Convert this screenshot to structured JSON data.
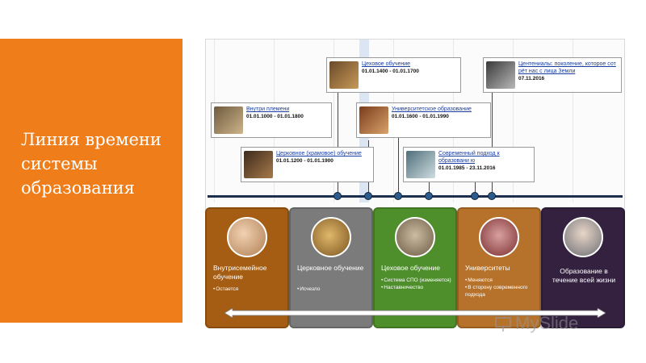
{
  "slide": {
    "title": "Линия времени системы образования",
    "colors": {
      "orange": "#ee7d1a",
      "navy": "#1c2f4e"
    }
  },
  "timeline": {
    "events": [
      {
        "title": "Цеховое обучение",
        "dates": "01.01.1400 - 01.01.1700",
        "icon": "guild-workshop-photo"
      },
      {
        "title": "Центениалы: поколение, которое сот рёт нас с лица Земли",
        "dates": "07.11.2016",
        "icon": "youth-generation-photo"
      },
      {
        "title": "Внутри племени",
        "dates": "01.01.1000 - 01.01.1800",
        "icon": "tribe-photo"
      },
      {
        "title": "Университетское образование",
        "dates": "01.01.1600 - 01.01.1990",
        "icon": "university-hall-photo"
      },
      {
        "title": "Церковное (храмовое) обучение",
        "dates": "01.01.1200 - 01.01.1900",
        "icon": "church-school-photo"
      },
      {
        "title": "Современный подход к образовани ю",
        "dates": "01.01.1985 - 23.11.2016",
        "icon": "modern-classroom-photo"
      }
    ]
  },
  "cards": [
    {
      "title": "Внутрисемейное обучение",
      "bullets": [
        "Остается"
      ],
      "color": "#a45d12"
    },
    {
      "title": "Церковное обучение",
      "bullets": [
        "Исчезло"
      ],
      "color": "#7b7b7b"
    },
    {
      "title": "Цеховое обучение",
      "bullets": [
        "Система СПО (изменяется)",
        "Наставничество"
      ],
      "color": "#4e8f2c"
    },
    {
      "title": "Университеты",
      "bullets": [
        "Меняются",
        "В сторону современного подхода"
      ],
      "color": "#b6722a"
    },
    {
      "title": "Образование в течение всей жизни",
      "bullets": [],
      "color": "#33213f"
    }
  ],
  "watermark": {
    "text": "MySlide"
  }
}
